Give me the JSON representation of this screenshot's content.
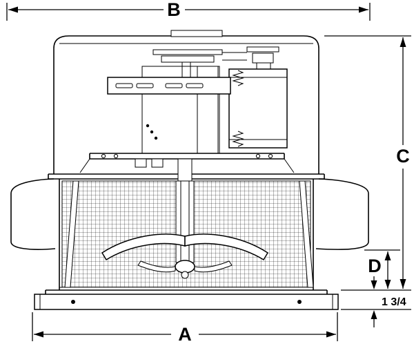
{
  "dimensions": {
    "b": "B",
    "c": "C",
    "d": "D",
    "a": "A",
    "base_height": "1 3/4"
  },
  "colors": {
    "line_color": "#000000",
    "background": "#ffffff"
  }
}
